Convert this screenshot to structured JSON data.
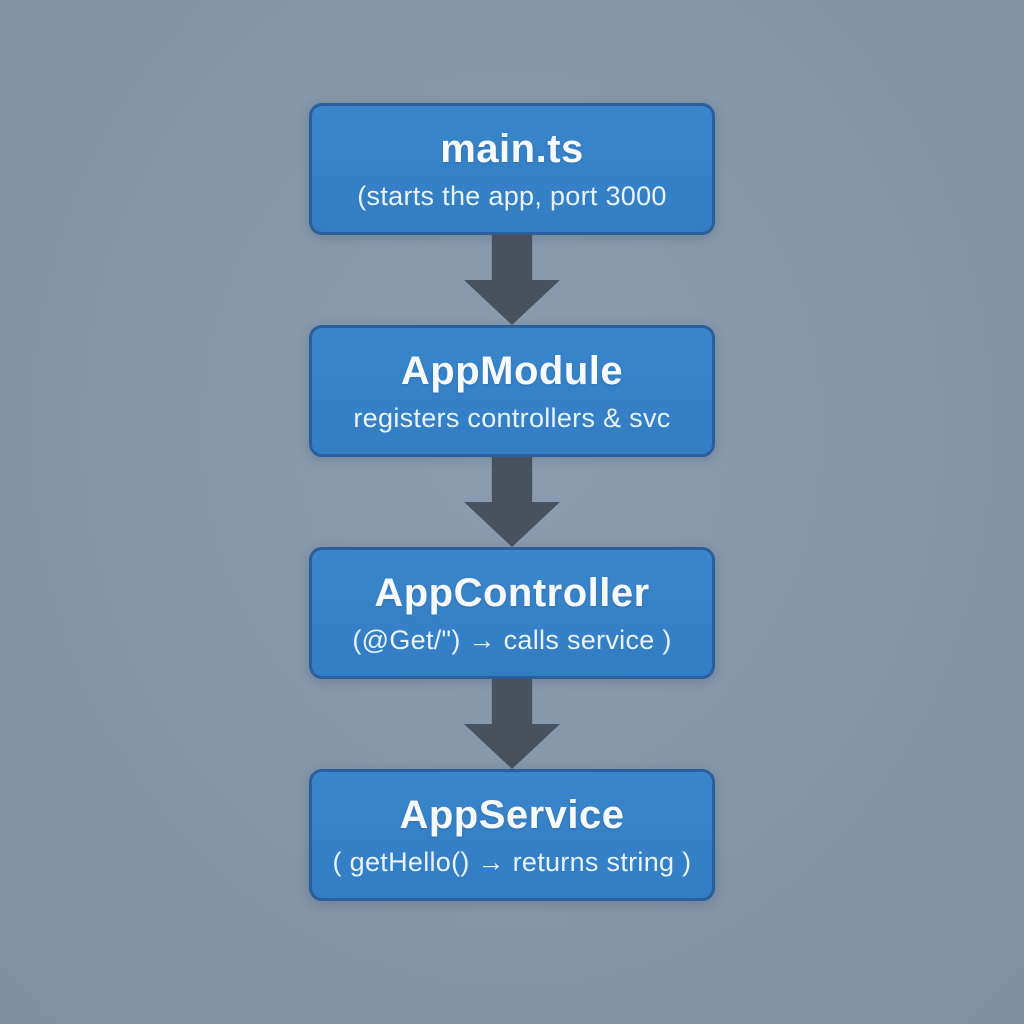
{
  "diagram": {
    "type": "flowchart",
    "direction": "top-to-bottom",
    "nodes": [
      {
        "id": "main-ts",
        "title": "main.ts",
        "subtitle": "(starts the app, port 3000"
      },
      {
        "id": "app-module",
        "title": "AppModule",
        "subtitle": "registers controllers & svc"
      },
      {
        "id": "app-controller",
        "title": "AppController",
        "subtitle": "(@Get/\") → calls service )"
      },
      {
        "id": "app-service",
        "title": "AppService",
        "subtitle": "( getHello() → returns string )"
      }
    ],
    "edges": [
      {
        "from": "main-ts",
        "to": "app-module",
        "style": "block-arrow-down"
      },
      {
        "from": "app-module",
        "to": "app-controller",
        "style": "block-arrow-down"
      },
      {
        "from": "app-controller",
        "to": "app-service",
        "style": "block-arrow-down"
      }
    ]
  },
  "colors": {
    "background": "#8497aa",
    "box_fill": "#3480c6",
    "box_border": "#2a5f9c",
    "arrow": "#49525c",
    "text": "#f7fafd"
  }
}
